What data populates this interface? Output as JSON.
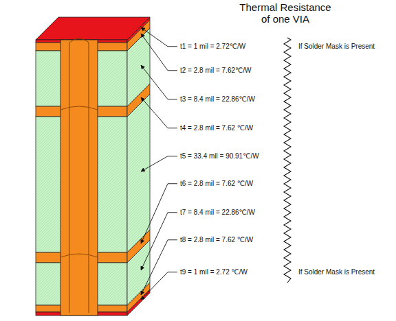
{
  "diagram": {
    "title": "Thermal Resistance of one VIA",
    "labels": [
      "t1 = 1 mil = 2.72℃/W",
      "If Solder Mask is Present",
      "t2 = 2.8 mil = 7.62℃/W",
      "t3 = 8.4 mil = 22.86℃/W",
      "t4 = 2.8 mil = 7.62 ℃/W",
      "t5 = 33.4 mil = 90.91℃/W",
      "t6 = 2.8 mil = 7.62 ℃/W",
      "t7 = 8.4 mil = 22.86℃/W",
      "t8 = 2.8 mil = 7.62 ℃/W",
      "t9 = 1 mil = 2.72 ℃/W",
      "If Solder Mask is Present"
    ]
  }
}
